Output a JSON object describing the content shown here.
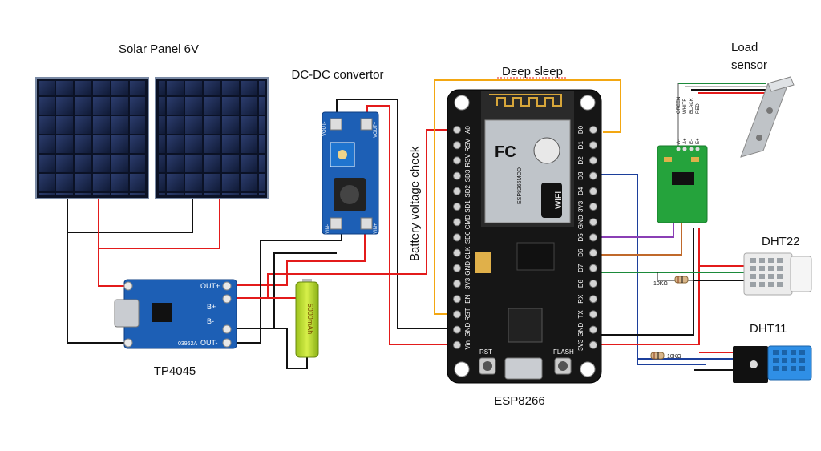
{
  "labels": {
    "solar_panel": "Solar Panel 6V",
    "dcdc": "DC-DC convertor",
    "deep_sleep": "Deep sleep",
    "battery_check": "Battery voltage check",
    "load_sensor_line1": "Load",
    "load_sensor_line2": "sensor",
    "dht22": "DHT22",
    "dht11": "DHT11",
    "tp4045": "TP4045",
    "esp8266": "ESP8266",
    "res1": "10KΩ",
    "res2": "10KΩ"
  },
  "tp4045_board": {
    "out_plus": "OUT+",
    "b_plus": "B+",
    "b_minus": "B-",
    "out_minus": "OUT-",
    "code": "03962A"
  },
  "dcdc_board": {
    "vout_minus": "VOUT-",
    "vout_plus": "VOUT+",
    "vin_minus": "VIN-",
    "vin_plus": "VIN+"
  },
  "battery": {
    "text": "5000mAh"
  },
  "esp_board": {
    "wifi": "WiFi",
    "module": "ESP8266MOD",
    "rst": "RST",
    "flash": "FLASH",
    "left_pins": [
      "A0",
      "RSV",
      "RSV",
      "SD3",
      "SD2",
      "SD1",
      "CMD",
      "SD0",
      "CLK",
      "GND",
      "3V3",
      "EN",
      "RST",
      "GND",
      "Vin"
    ],
    "right_pins": [
      "D0",
      "D1",
      "D2",
      "D3",
      "D4",
      "3V3",
      "GND",
      "D5",
      "D6",
      "D7",
      "D8",
      "RX",
      "TX",
      "GND",
      "3V3"
    ]
  },
  "hx711_board": {
    "wires": [
      "GREEN",
      "WHITE",
      "BLACK",
      "RED"
    ],
    "pins": [
      "A-",
      "A+",
      "E-",
      "E+"
    ]
  },
  "colors": {
    "wire_red": "#e31b1b",
    "wire_black": "#111111",
    "wire_orange": "#f3a712",
    "wire_blue": "#1c3f9b",
    "wire_purple": "#8a3fb5",
    "wire_brown": "#c0692b",
    "wire_green": "#1b8a3a",
    "board_blue": "#1d5fb5",
    "board_black": "#161616",
    "hx711_green": "#25a33c"
  }
}
